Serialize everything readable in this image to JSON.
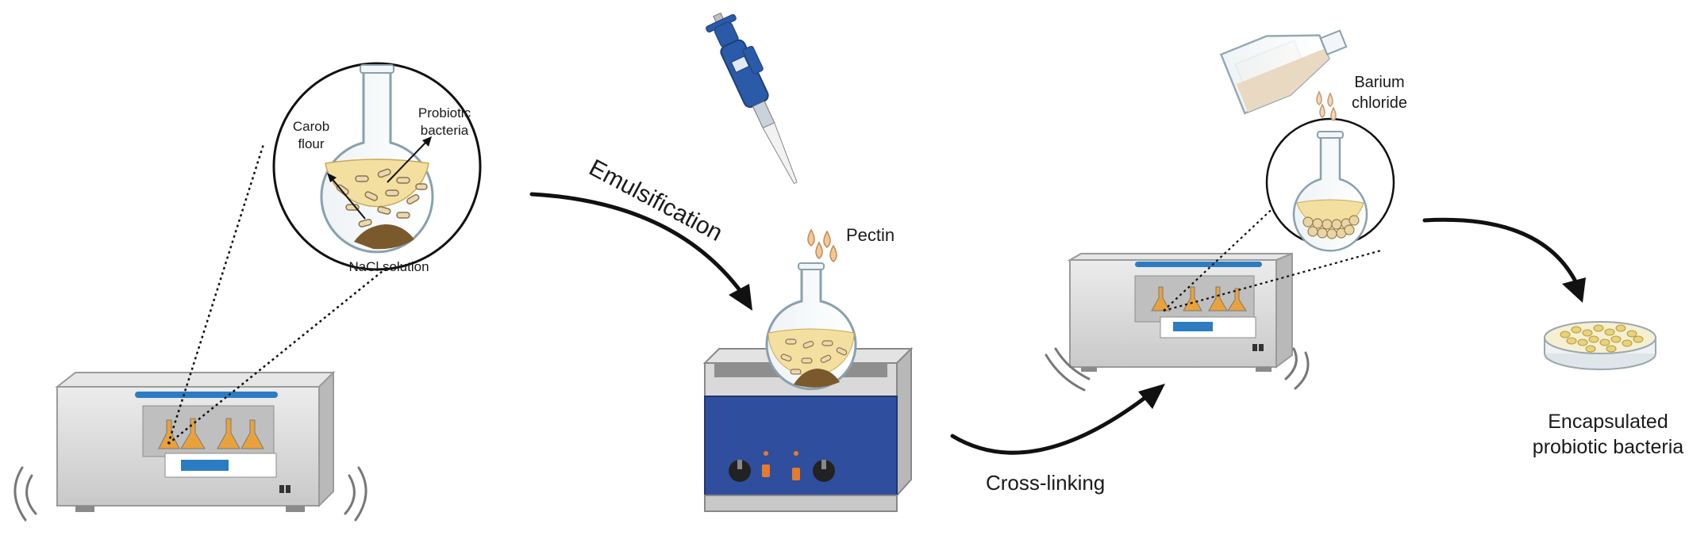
{
  "labels": {
    "carob_line1": "Carob",
    "carob_line2": "flour",
    "probiotic_line1": "Probiotic",
    "probiotic_line2": "bacteria",
    "nacl": "NaCl solution",
    "emulsification": "Emulsification",
    "pectin": "Pectin",
    "cross_linking": "Cross-linking",
    "barium_line1": "Barium",
    "barium_line2": "chloride",
    "result_line1": "Encapsulated",
    "result_line2": "probiotic bacteria"
  },
  "colors": {
    "liquid": "#f3dfa0",
    "flour": "#7a5a2c",
    "incubator_body": "#d7d7d7",
    "blue_panel": "#2f4f9e",
    "pipette": "#2b5aa8",
    "drop": "#f2c79a",
    "arrow": "#111111"
  }
}
